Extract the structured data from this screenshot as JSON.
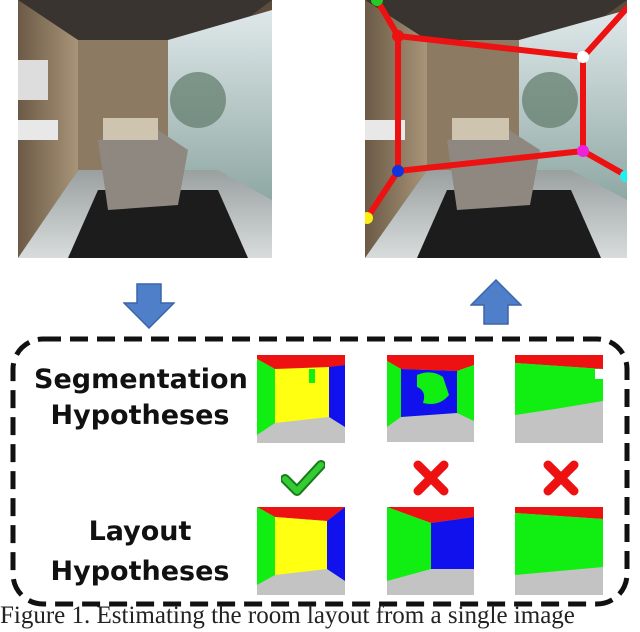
{
  "figure": {
    "caption": "Figure 1. Estimating the room layout from a single image",
    "rows": {
      "segmentation": {
        "line1": "Segmentation",
        "line2": "Hypotheses"
      },
      "layout": {
        "line1": "Layout",
        "line2": "Hypotheses"
      }
    },
    "verdicts": [
      "check",
      "cross",
      "cross"
    ],
    "colors": {
      "ceiling": "#ee1111",
      "wall_left": "#11ee11",
      "wall_center": "#ffff11",
      "wall_right": "#1111ee",
      "floor": "#c3c3c3",
      "arrow": "#4f7fc8",
      "check": "#33cc33",
      "cross": "#ee1111",
      "corner_lines": "#ee1111"
    }
  }
}
